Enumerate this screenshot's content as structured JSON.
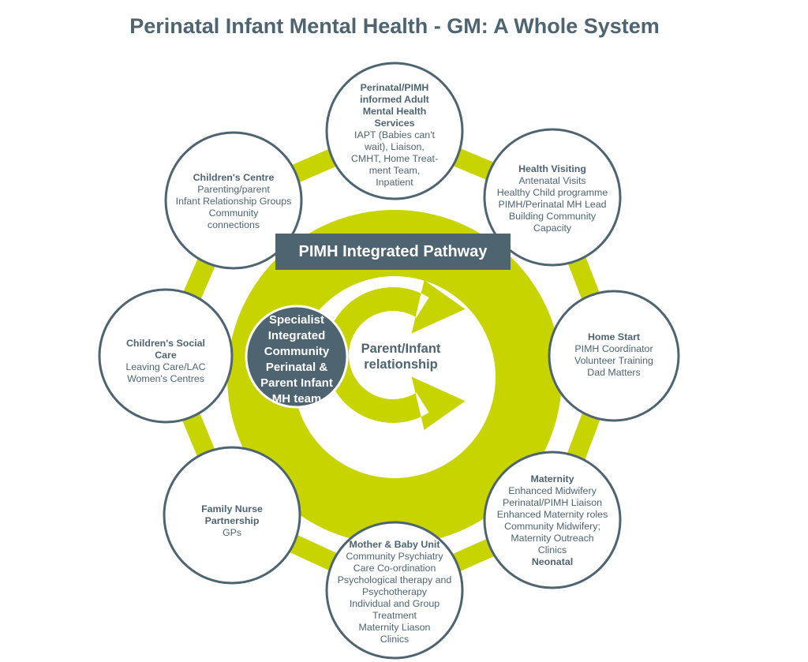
{
  "title": "Perinatal Infant Mental Health - GM: A Whole System",
  "center": {
    "banner": "PIMH Integrated Pathway",
    "team": "Specialist Integrated Community Perinatal & Parent Infant MH team",
    "relationship": "Parent/Infant relationship"
  },
  "nodes": [
    {
      "title": "Perinatal/PIMH informed Adult Mental Health Services",
      "lines": [
        "IAPT (Babies can't",
        "wait), Liaison,",
        "CMHT, Home Treat-",
        "ment Team,",
        "Inpatient"
      ],
      "bold_after": ""
    },
    {
      "title": "Health Visiting",
      "lines": [
        "Antenatal Visits",
        "Healthy Child programme",
        "PIMH/Perinatal MH Lead",
        "Building Community",
        "Capacity"
      ],
      "bold_after": ""
    },
    {
      "title": "Home Start",
      "lines": [
        "PIMH Coordinator",
        "Volunteer Training",
        "Dad Matters"
      ],
      "bold_after": ""
    },
    {
      "title": "Maternity",
      "lines": [
        "Enhanced Midwifery",
        "Perinatal/PIMH Liaison",
        "Enhanced Maternity roles",
        "Community Midwifery;",
        "Maternity Outreach",
        "Clinics"
      ],
      "bold_after": "Neonatal"
    },
    {
      "title": "Mother & Baby Unit",
      "lines": [
        "Community Psychiatry",
        "Care Co-ordination",
        "Psychological therapy and",
        "Psychotherapy",
        "Individual and Group",
        "Treatment",
        "Maternity Liason",
        "Clinics"
      ],
      "bold_after": ""
    },
    {
      "title": "Family Nurse Partnership",
      "lines": [
        "GPs"
      ],
      "bold_after": ""
    },
    {
      "title": "Children's Social Care",
      "lines": [
        "Leaving Care/LAC",
        "Women's Centres"
      ],
      "bold_after": ""
    },
    {
      "title": "Children's Centre",
      "lines": [
        "Parenting/parent",
        "Infant Relationship Groups",
        "Community",
        "connections"
      ],
      "bold_after": ""
    }
  ],
  "colors": {
    "accent": "#c8d400",
    "slate": "#4e6470",
    "background": "#ffffff"
  }
}
